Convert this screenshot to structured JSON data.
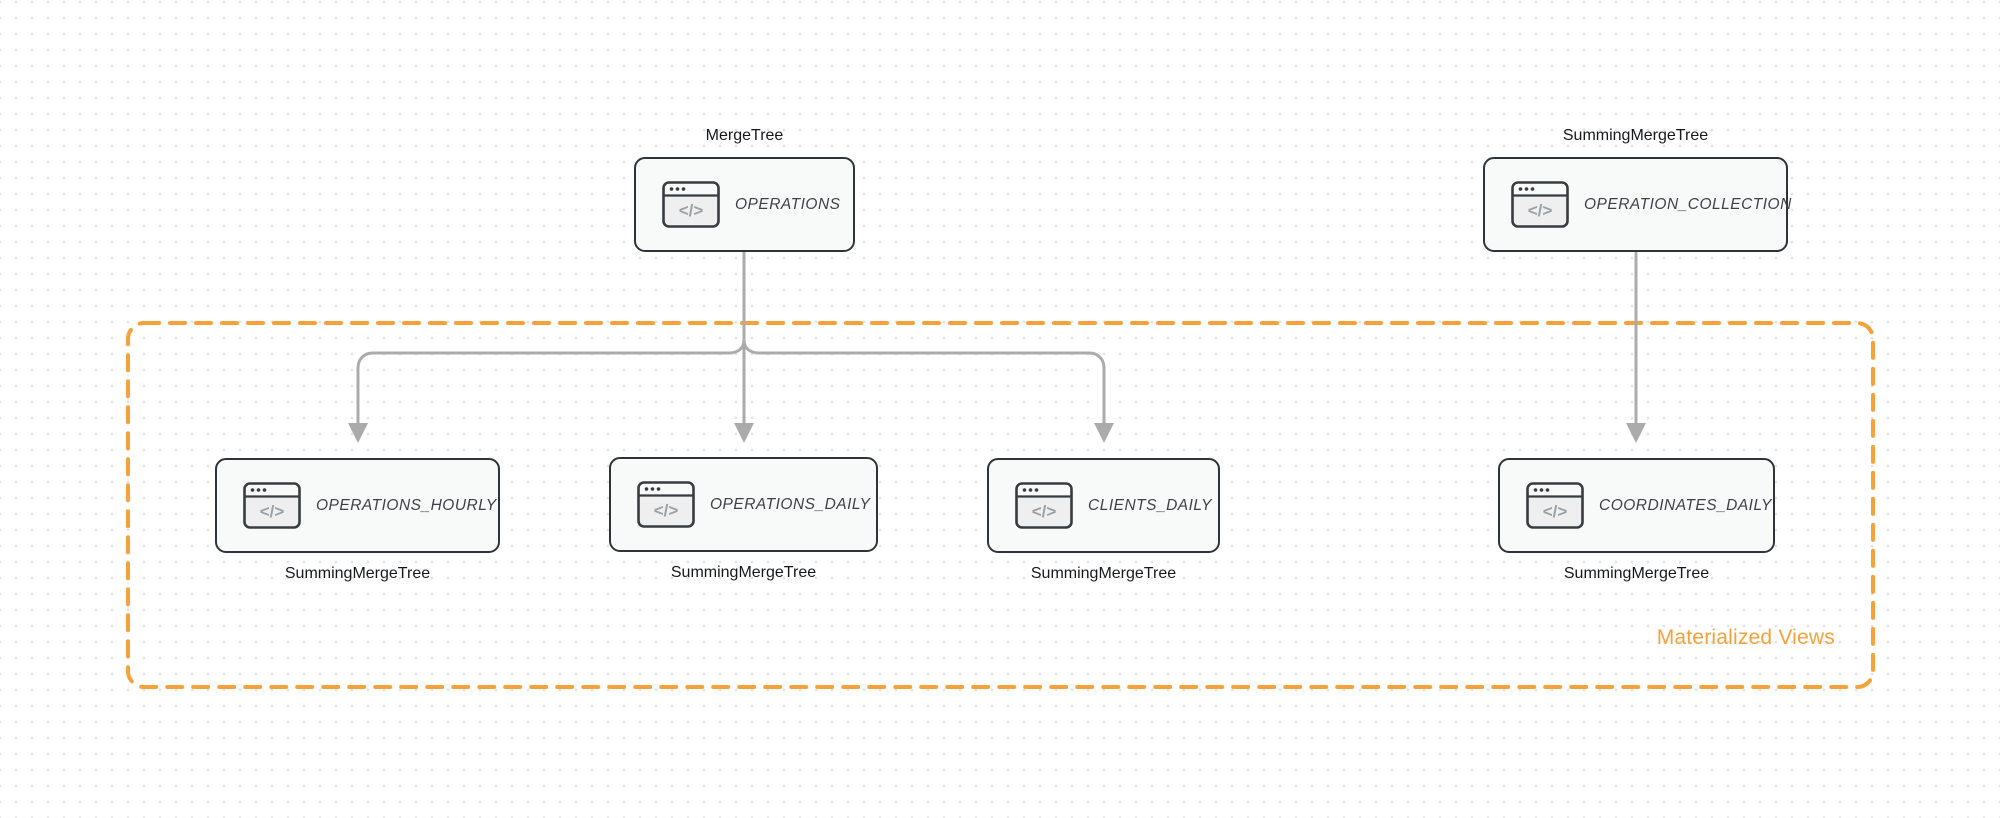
{
  "group": {
    "label": "Materialized Views"
  },
  "nodes": {
    "operations": {
      "label": "OPERATIONS",
      "engine": "MergeTree",
      "icon": "code-window-icon"
    },
    "operation_collection": {
      "label": "OPERATION_COLLECTION",
      "engine": "SummingMergeTree",
      "icon": "code-window-icon"
    },
    "operations_hourly": {
      "label": "OPERATIONS_HOURLY",
      "engine": "SummingMergeTree",
      "icon": "code-window-icon"
    },
    "operations_daily": {
      "label": "OPERATIONS_DAILY",
      "engine": "SummingMergeTree",
      "icon": "code-window-icon"
    },
    "clients_daily": {
      "label": "CLIENTS_DAILY",
      "engine": "SummingMergeTree",
      "icon": "code-window-icon"
    },
    "coordinates_daily": {
      "label": "COORDINATES_DAILY",
      "engine": "SummingMergeTree",
      "icon": "code-window-icon"
    }
  },
  "edges": [
    {
      "from": "OPERATIONS",
      "to": "OPERATIONS_HOURLY"
    },
    {
      "from": "OPERATIONS",
      "to": "OPERATIONS_DAILY"
    },
    {
      "from": "OPERATIONS",
      "to": "CLIENTS_DAILY"
    },
    {
      "from": "OPERATION_COLLECTION",
      "to": "COORDINATES_DAILY"
    }
  ],
  "icon_glyph": "</>",
  "colors": {
    "group_border": "#f7a13b",
    "group_label": "#f7a13b",
    "edge": "#ababab",
    "node_border": "#303439",
    "node_fill": "#f8f9f9",
    "node_label": "#3e4246",
    "engine_label": "#17191c",
    "canvas_dot": "#e2e2e2"
  }
}
